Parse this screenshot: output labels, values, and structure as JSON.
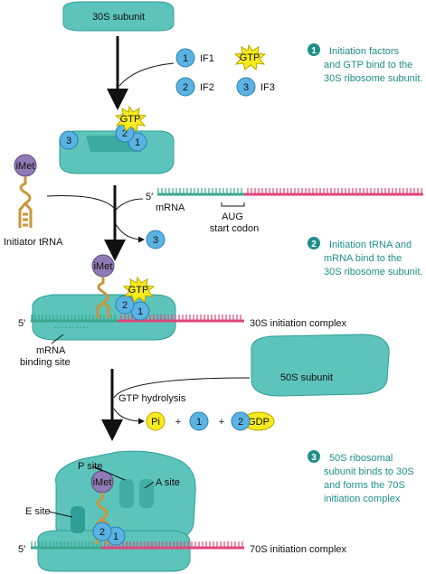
{
  "labels": {
    "subunit_30s": "30S subunit",
    "subunit_50s": "50S subunit",
    "if1": "IF1",
    "if2": "IF2",
    "if3": "IF3",
    "gtp": "GTP",
    "gdp": "GDP",
    "pi": "Pi",
    "imet": "iMet",
    "five_prime": "5′",
    "mrna": "mRNA",
    "aug": "AUG",
    "start_codon": "start codon",
    "initiator_trna": "Initiator tRNA",
    "mrna_binding_site_1": "mRNA",
    "mrna_binding_site_2": "binding site",
    "complex_30s": "30S initiation complex",
    "complex_70s": "70S initiation complex",
    "gtp_hydrolysis": "GTP hydrolysis",
    "plus": "+",
    "p_site": "P site",
    "a_site": "A site",
    "e_site": "E site",
    "n1": "1",
    "n2": "2",
    "n3": "3"
  },
  "steps": [
    {
      "number": "1",
      "lines": [
        "Initiation factors",
        "and GTP bind to the",
        "30S ribosome subunit."
      ]
    },
    {
      "number": "2",
      "lines": [
        "Initiation tRNA and",
        "mRNA bind to the",
        "30S ribosome subunit."
      ]
    },
    {
      "number": "3",
      "lines": [
        "50S ribosomal",
        "subunit binds to 30S",
        "and forms the 70S",
        "initiation complex"
      ]
    }
  ],
  "colors": {
    "ribosome": "#5cc4bb",
    "ribosome_dark": "#2f9e96",
    "factor": "#5ab3e3",
    "gtp": "#f7ea1d",
    "mrna_green": "#3aa88e",
    "mrna_pink": "#e0457b",
    "trna": "#c9973b",
    "imet": "#8e7bb5",
    "step_text": "#1f8f88"
  }
}
